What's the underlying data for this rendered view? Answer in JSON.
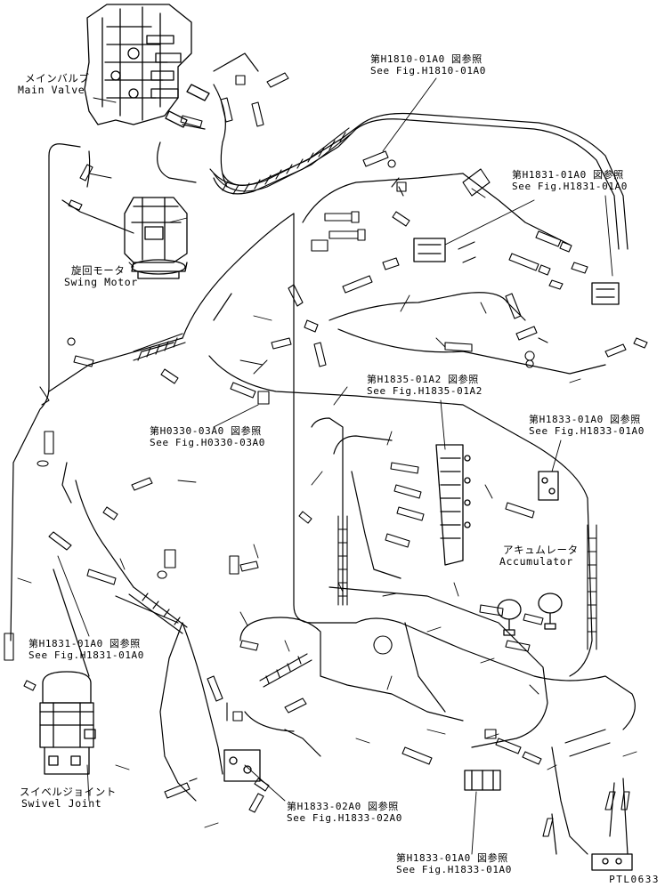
{
  "components": {
    "main_valve": {
      "jp": "メインバルブ",
      "en": "Main Valve"
    },
    "swing_motor": {
      "jp": "旋回モータ",
      "en": "Swing Motor"
    },
    "swivel_joint": {
      "jp": "スイベルジョイント",
      "en": "Swivel Joint"
    },
    "accumulator": {
      "jp": "アキュムレータ",
      "en": "Accumulator"
    }
  },
  "refs": [
    {
      "jp": "第H1810-01A0 図参照",
      "en": "See Fig.H1810-01A0"
    },
    {
      "jp": "第H1831-01A0 図参照",
      "en": "See Fig.H1831-01A0"
    },
    {
      "jp": "第H1835-01A2 図参照",
      "en": "See Fig.H1835-01A2"
    },
    {
      "jp": "第H0330-03A0 図参照",
      "en": "See Fig.H0330-03A0"
    },
    {
      "jp": "第H1833-01A0 図参照",
      "en": "See Fig.H1833-01A0"
    },
    {
      "jp": "第H1831-01A0 図参照",
      "en": "See Fig.H1831-01A0"
    },
    {
      "jp": "第H1833-02A0 図参照",
      "en": "See Fig.H1833-02A0"
    },
    {
      "jp": "第H1833-01A0 図参照",
      "en": "See Fig.H1833-01A0"
    }
  ],
  "drawing_id": "PTL0633"
}
